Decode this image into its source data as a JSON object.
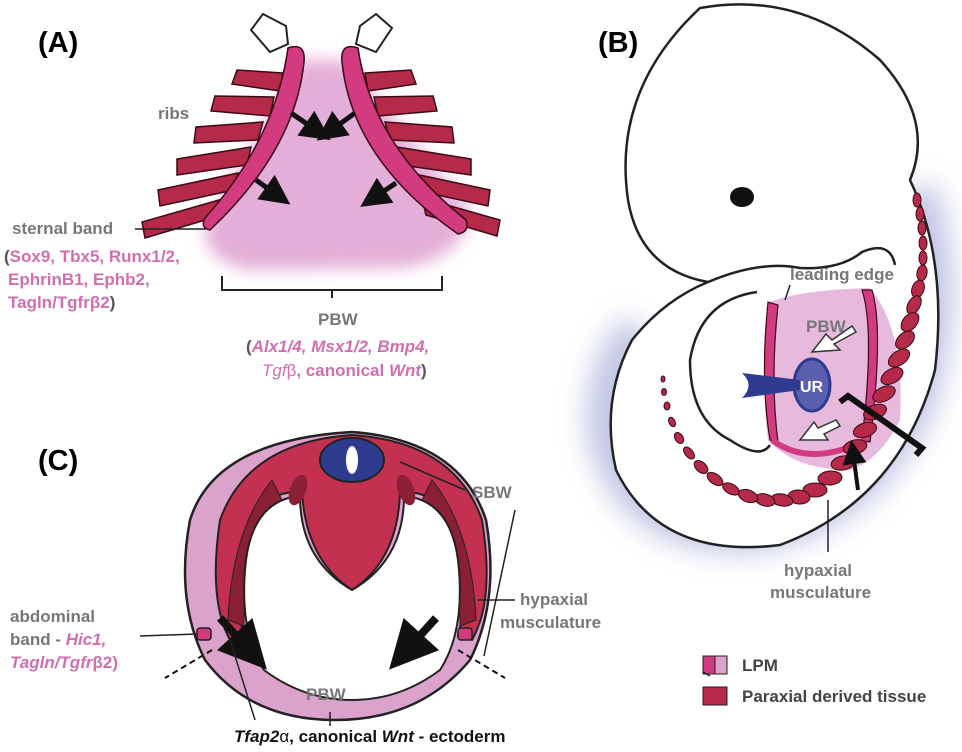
{
  "colors": {
    "paraxial": "#b52a48",
    "lpm_dark": "#d23b7f",
    "lpm_light": "#dba2cb",
    "pbw_fill": "#e3aed7",
    "ur": "#2f3b8f",
    "gray_text": "#777777",
    "pink_text": "#cf6fb0"
  },
  "panelA": {
    "label": "(A)",
    "ribs": "ribs",
    "sternal_band": "sternal band",
    "genes_line1": "Sox9, Tbx5, Runx1/2,",
    "genes_line2": "EphrinB1, Ephb2,",
    "genes_line3": "Tagln/Tgfr",
    "genes_line3_suffix": "2",
    "pbw": "PBW",
    "pbw_genes_line1": "Alx1/4, Msx1/2, Bmp4,",
    "pbw_genes_line2_a": "Tgf",
    "pbw_genes_line2_b": ", canonical ",
    "pbw_genes_line2_c": "Wnt"
  },
  "panelB": {
    "label": "(B)",
    "leading_edge": "leading edge",
    "pbw": "PBW",
    "ur": "UR",
    "hypaxial_line1": "hypaxial",
    "hypaxial_line2": "musculature"
  },
  "panelC": {
    "label": "(C)",
    "sbw": "SBW",
    "hypaxial_line1": "hypaxial",
    "hypaxial_line2": "musculature",
    "abdominal_line1": "abdominal",
    "abdominal_line2": "band - ",
    "abdominal_gene1": "Hic1,",
    "abdominal_line3": "Tagln/Tgfr",
    "abdominal_line3_suffix": "2)",
    "pbw": "PBW",
    "ecto_a": "Tfap2",
    "ecto_b": ", canonical ",
    "ecto_c": "Wnt",
    "ecto_d": " - ectoderm"
  },
  "legend": {
    "lpm": "LPM",
    "paraxial": "Paraxial derived tissue"
  }
}
